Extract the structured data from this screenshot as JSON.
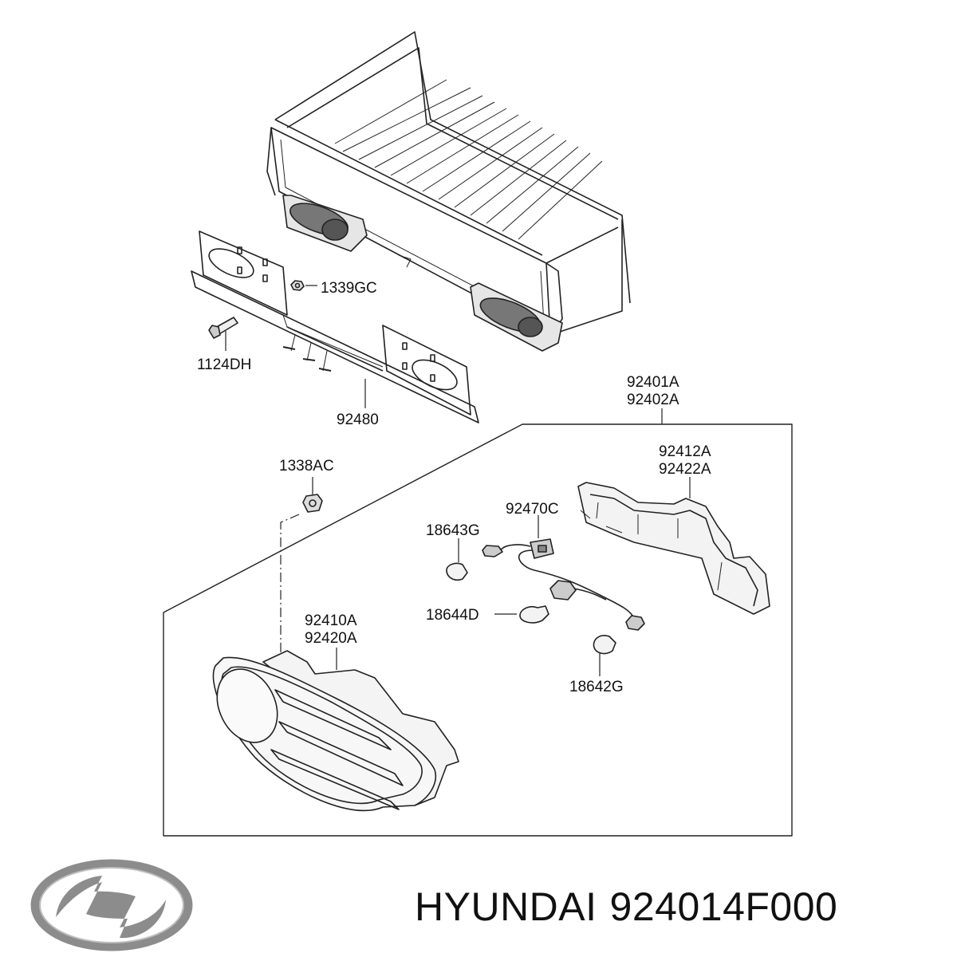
{
  "labels": {
    "nut_1339gc": "1339GC",
    "bolt_1124dh": "1124DH",
    "bracket_92480": "92480",
    "lamp_assy_a": "92401A",
    "lamp_assy_b": "92402A",
    "housing_a": "92412A",
    "housing_b": "92422A",
    "nut_1338ac": "1338AC",
    "harness_92470c": "92470C",
    "bulb_18643g": "18643G",
    "bulb_18644d": "18644D",
    "bulb_18642g": "18642G",
    "lens_a": "92410A",
    "lens_b": "92420A"
  },
  "footer": {
    "brand": "HYUNDAI",
    "part_number": "924014F000"
  },
  "logo": {
    "icon": "hyundai-logo-icon",
    "color": "#8c8c8c"
  }
}
